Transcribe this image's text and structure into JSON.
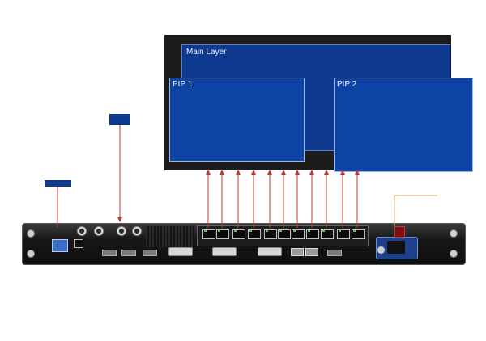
{
  "display": {
    "main_layer_label": "Main Layer",
    "pip1_label": "PIP 1",
    "pip2_label": "PIP 2"
  },
  "colors": {
    "layer_blue": "#0d3a8e",
    "pip_blue": "#0e43a6",
    "arrow_red": "#c0392b",
    "callout_orange": "#e8a766",
    "chassis": "#161616"
  },
  "device": {
    "output_port_count": 11
  }
}
